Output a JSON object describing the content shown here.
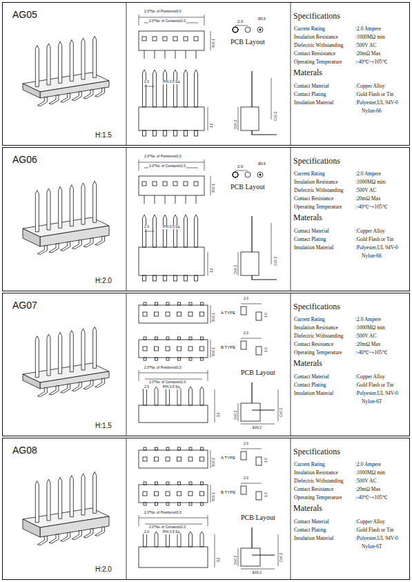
{
  "diagram": {
    "nodes": [
      {
        "text": [
          "AG05",
          "H:1.5"
        ]
      },
      {
        "text": [
          "AG06",
          "H:2.0"
        ]
      },
      {
        "text": [
          "AG07",
          "H:1.5"
        ]
      },
      {
        "text": [
          "AG08",
          "H:2.0"
        ]
      }
    ],
    "labels": [
      "2.0*No. of Positions±0.3",
      "2.0*No. of Contacts±2.0",
      "B±0.1",
      "2.0",
      "Ø0.9",
      "PCB Layout",
      "2.0",
      "PIN 0.5 Sq",
      "12",
      "C±0.2",
      "D±0.2",
      "Specifications",
      "Current Rating",
      ":2.0 Ampere",
      "Insulation Resistance",
      ":1000MΩ min",
      "Dielectric Withstanding",
      ":500V AC",
      "Contact Ressistance",
      ":20mΩ Max",
      "Operating Temperature",
      ":-40℃~+105℃",
      "Materals",
      "Contact Material",
      ":Copper Alloy",
      "Contact Plating",
      ":Gold Flash or Tin",
      "Insulation Material",
      ":Polyester,UL 94V-0",
      "Nylon-66",
      "2.0*No. of Positions±0.3",
      "2.0*No. of Contacts±2.0",
      "B±0.1",
      "2.0",
      "Ø0.9",
      "PCB Layout",
      "2.0",
      "PIN 0.5 Sq",
      "12",
      "C±0.2",
      "D±0.2",
      "Specifications",
      "Current Rating",
      ":2.0 Ampere",
      "Insulation Resistance",
      ":1000MΩ min:",
      "Dielectric Withstanding",
      ":500V AC",
      "Contact Resistance",
      ":20mΩ Max",
      "Operating Temperature",
      ":-40℃~+105℃",
      "Materals",
      "Contact Material",
      ":Copper Alloy",
      "Contact Plating",
      ":Gold Flash or Tin",
      "Insulation Material",
      ":Polyester,UL 94V-0",
      "Nylon-66",
      "A TYPE",
      "B±0.1",
      "B TYPE",
      "B±0.1",
      "2.0",
      "1.0",
      "2.0",
      "1.0",
      "PCB Layout",
      "2.0*No. of Positions±0.3",
      "2.0*No. of Contacts±2.0",
      "2.0",
      "PIN 0.5 Sq",
      "12",
      "C±0.2",
      "D±0.2",
      "E±0.2",
      "Specifications",
      "Current Rating",
      ":2.0 Ampere",
      "Insulation Resistance",
      ":1000MΩ min",
      "Dielectric Withstanding",
      ":500V AC",
      "Contact Resistance",
      ":20mΩ Max",
      "Operating Temperature",
      ":-40℃~+105℃",
      "Materals",
      "Contact Material",
      ":Copper Alloy",
      "Contact Plating",
      ":Gold Flash or Tin",
      "Insulation Material",
      ":Polyester,UL 94V-0",
      "Nylon-6T",
      "A TYPE",
      "B±0.1",
      "B TYPE",
      "B±0.1",
      "2.0",
      "1.0",
      "2.0",
      "1.0",
      "PCB Layout",
      "2.0*No. of Positions±0.3",
      "2.0*No. of Contacts±2.0",
      "2.0",
      "PIN 0.5 Sq",
      "12",
      "C±0.2",
      "D±0.2",
      "E±0.2",
      "Specifications",
      "Current Rating",
      ":2.0 Ampere",
      "Insulation Resistance",
      ":1000MΩ min",
      "Dielectric Withstanding",
      ":500V AC",
      "Contact Resistance",
      ":20mΩ Max",
      "Operating Temperature",
      ":-40℃~+105℃",
      "Materals",
      "Contact Material",
      ":Copper Alloy",
      "Contact Plating",
      ":Gold Flash or Tin",
      "Insulation Material",
      ":Polyester,UL 94V-0",
      "Nylon-6T"
    ]
  }
}
